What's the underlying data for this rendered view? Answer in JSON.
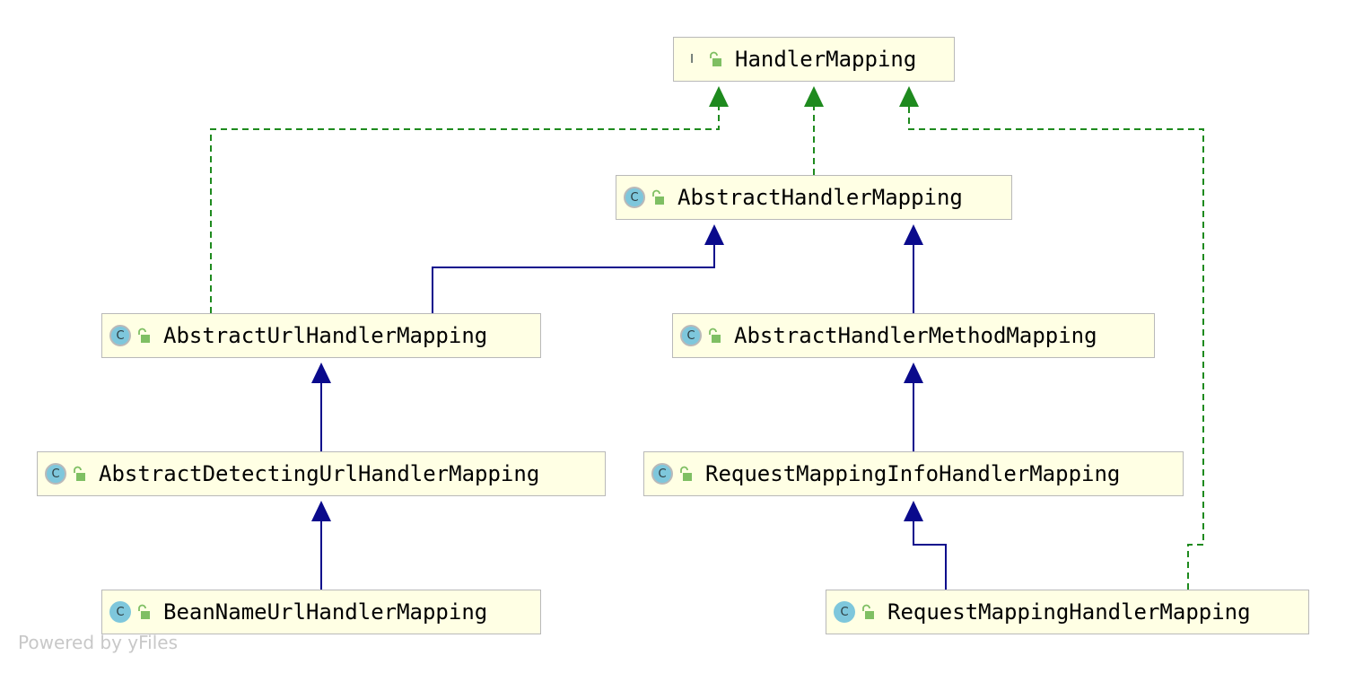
{
  "colors": {
    "node_fill": "#ffffe4",
    "node_border": "#b9b9b9",
    "extends_edge": "#0a0a8c",
    "implements_edge": "#1e8a1e",
    "interface_icon": "#96c787",
    "class_icon": "#7ec7dc",
    "lock_icon": "#7fbf63"
  },
  "nodes": [
    {
      "id": "handler-mapping",
      "label": "HandlerMapping",
      "kind": "interface",
      "icon_text": "I"
    },
    {
      "id": "abstract-handler-mapping",
      "label": "AbstractHandlerMapping",
      "kind": "abstract",
      "icon_text": "C"
    },
    {
      "id": "abstract-url-handler-mapping",
      "label": "AbstractUrlHandlerMapping",
      "kind": "abstract",
      "icon_text": "C"
    },
    {
      "id": "abstract-handler-method-mapping",
      "label": "AbstractHandlerMethodMapping",
      "kind": "abstract",
      "icon_text": "C"
    },
    {
      "id": "abstract-detecting-url-handler-mapping",
      "label": "AbstractDetectingUrlHandlerMapping",
      "kind": "abstract",
      "icon_text": "C"
    },
    {
      "id": "request-mapping-info-handler-mapping",
      "label": "RequestMappingInfoHandlerMapping",
      "kind": "abstract",
      "icon_text": "C"
    },
    {
      "id": "bean-name-url-handler-mapping",
      "label": "BeanNameUrlHandlerMapping",
      "kind": "class",
      "icon_text": "C"
    },
    {
      "id": "request-mapping-handler-mapping",
      "label": "RequestMappingHandlerMapping",
      "kind": "class",
      "icon_text": "C"
    }
  ],
  "edges": [
    {
      "from": "abstract-handler-mapping",
      "to": "handler-mapping",
      "type": "implements"
    },
    {
      "from": "abstract-url-handler-mapping",
      "to": "handler-mapping",
      "type": "implements"
    },
    {
      "from": "request-mapping-handler-mapping",
      "to": "handler-mapping",
      "type": "implements"
    },
    {
      "from": "abstract-url-handler-mapping",
      "to": "abstract-handler-mapping",
      "type": "extends"
    },
    {
      "from": "abstract-handler-method-mapping",
      "to": "abstract-handler-mapping",
      "type": "extends"
    },
    {
      "from": "abstract-detecting-url-handler-mapping",
      "to": "abstract-url-handler-mapping",
      "type": "extends"
    },
    {
      "from": "bean-name-url-handler-mapping",
      "to": "abstract-detecting-url-handler-mapping",
      "type": "extends"
    },
    {
      "from": "request-mapping-info-handler-mapping",
      "to": "abstract-handler-method-mapping",
      "type": "extends"
    },
    {
      "from": "request-mapping-handler-mapping",
      "to": "request-mapping-info-handler-mapping",
      "type": "extends"
    }
  ],
  "watermark": "Powered by yFiles"
}
